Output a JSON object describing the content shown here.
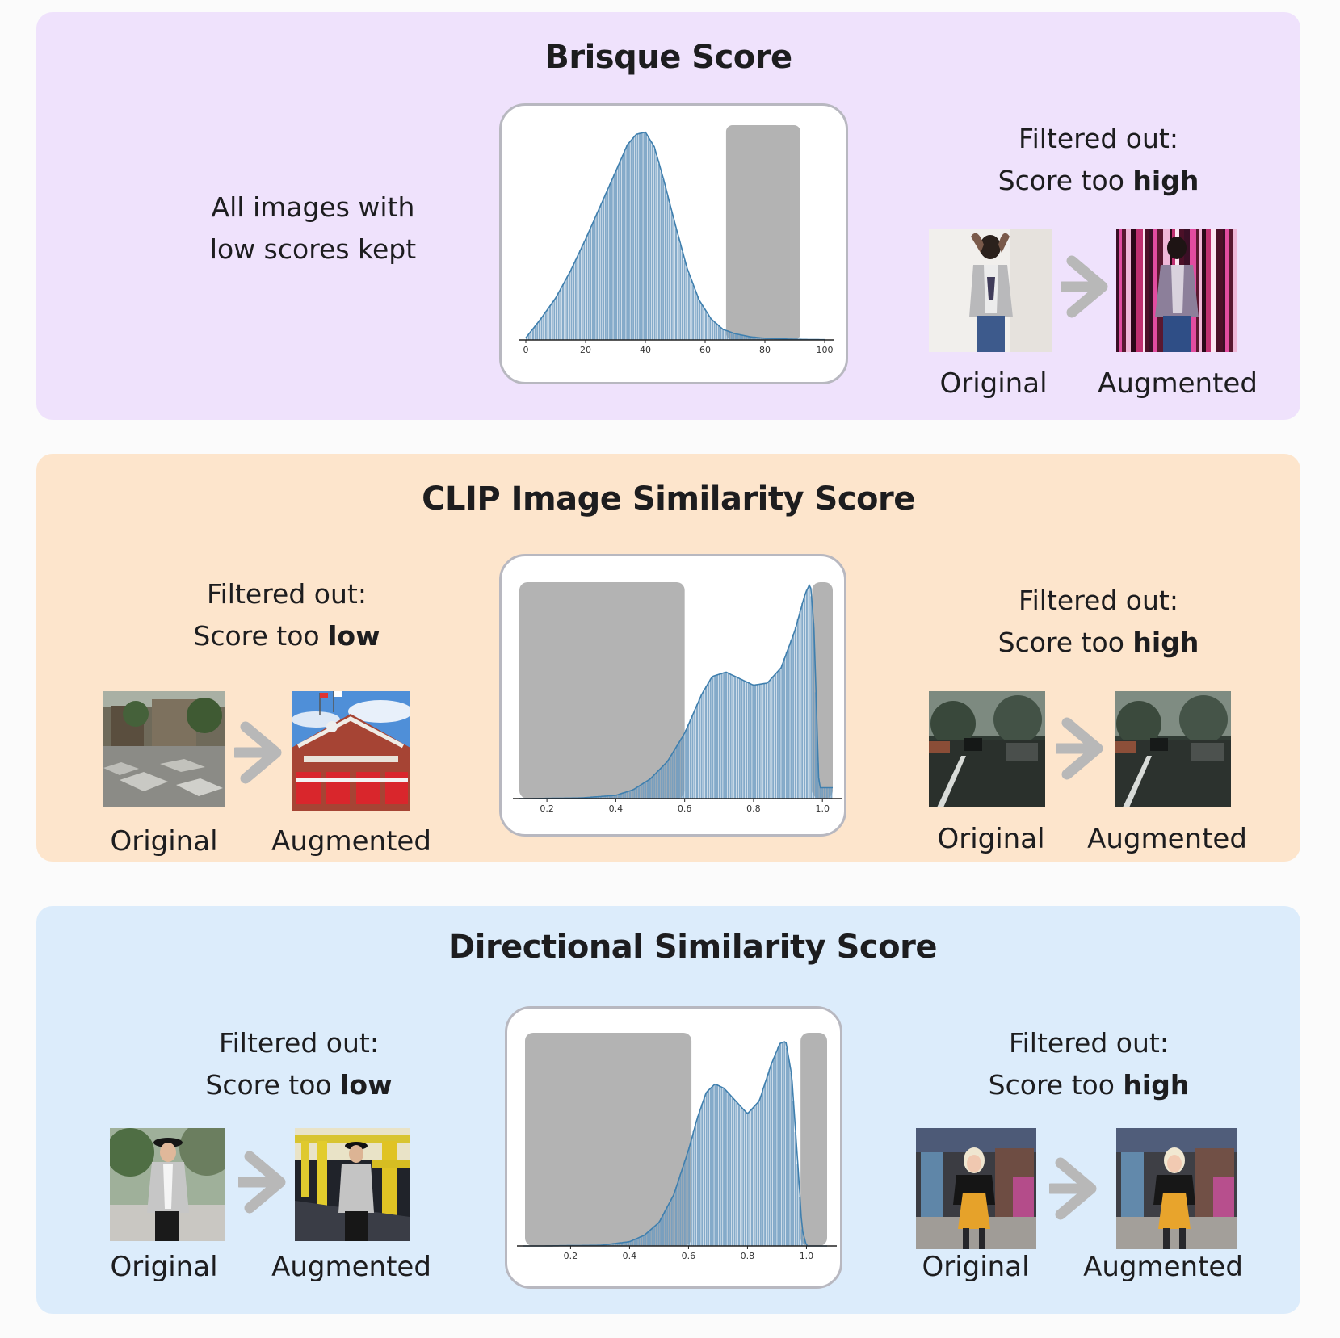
{
  "panels": [
    {
      "title": "Brisque Score",
      "left_note": [
        "All images with",
        "low scores kept"
      ],
      "right_note": {
        "line1": "Filtered out:",
        "prefix": "Score too ",
        "emph": "high"
      },
      "original_caption": "Original",
      "augmented_caption": "Augmented",
      "chart_data": {
        "type": "histogram",
        "xlim": [
          0,
          100
        ],
        "ticks": [
          "0",
          "20",
          "40",
          "60",
          "80",
          "100"
        ],
        "tick_values": [
          0,
          20,
          40,
          60,
          80,
          100
        ],
        "density_points": [
          [
            0,
            0.01
          ],
          [
            5,
            0.1
          ],
          [
            10,
            0.2
          ],
          [
            15,
            0.33
          ],
          [
            20,
            0.48
          ],
          [
            25,
            0.64
          ],
          [
            30,
            0.8
          ],
          [
            34,
            0.93
          ],
          [
            37,
            0.98
          ],
          [
            40,
            0.99
          ],
          [
            43,
            0.92
          ],
          [
            46,
            0.77
          ],
          [
            50,
            0.55
          ],
          [
            54,
            0.34
          ],
          [
            58,
            0.19
          ],
          [
            62,
            0.1
          ],
          [
            66,
            0.05
          ],
          [
            70,
            0.03
          ],
          [
            75,
            0.015
          ],
          [
            80,
            0.008
          ],
          [
            90,
            0.003
          ],
          [
            100,
            0.001
          ]
        ],
        "filtered_ranges": [
          [
            67,
            100
          ]
        ]
      }
    },
    {
      "title": "CLIP Image Similarity Score",
      "left_note": {
        "line1": "Filtered out:",
        "prefix": "Score too ",
        "emph": "low"
      },
      "right_note": {
        "line1": "Filtered out:",
        "prefix": "Score too ",
        "emph": "high"
      },
      "left_original_caption": "Original",
      "left_augmented_caption": "Augmented",
      "right_original_caption": "Original",
      "right_augmented_caption": "Augmented",
      "chart_data": {
        "type": "histogram",
        "xlim": [
          0.12,
          1.03
        ],
        "ticks": [
          "0.2",
          "0.4",
          "0.6",
          "0.8",
          "1.0"
        ],
        "tick_values": [
          0.2,
          0.4,
          0.6,
          0.8,
          1.0
        ],
        "density_points": [
          [
            0.15,
            0
          ],
          [
            0.3,
            0.003
          ],
          [
            0.4,
            0.015
          ],
          [
            0.45,
            0.04
          ],
          [
            0.5,
            0.09
          ],
          [
            0.55,
            0.17
          ],
          [
            0.6,
            0.3
          ],
          [
            0.65,
            0.48
          ],
          [
            0.68,
            0.56
          ],
          [
            0.72,
            0.58
          ],
          [
            0.76,
            0.55
          ],
          [
            0.8,
            0.52
          ],
          [
            0.84,
            0.53
          ],
          [
            0.88,
            0.6
          ],
          [
            0.92,
            0.77
          ],
          [
            0.95,
            0.94
          ],
          [
            0.965,
            0.99
          ],
          [
            0.975,
            0.8
          ],
          [
            0.985,
            0.3
          ],
          [
            0.99,
            0.05
          ]
        ],
        "filtered_ranges": [
          [
            0.12,
            0.6
          ],
          [
            0.97,
            1.03
          ]
        ]
      }
    },
    {
      "title": "Directional Similarity Score",
      "left_note": {
        "line1": "Filtered out:",
        "prefix": "Score too ",
        "emph": "low"
      },
      "right_note": {
        "line1": "Filtered out:",
        "prefix": "Score too ",
        "emph": "high"
      },
      "left_original_caption": "Original",
      "left_augmented_caption": "Augmented",
      "right_original_caption": "Original",
      "right_augmented_caption": "Augmented",
      "chart_data": {
        "type": "histogram",
        "xlim": [
          0.04,
          1.07
        ],
        "ticks": [
          "0.2",
          "0.4",
          "0.6",
          "0.8",
          "1.0"
        ],
        "tick_values": [
          0.2,
          0.4,
          0.6,
          0.8,
          1.0
        ],
        "density_points": [
          [
            0.1,
            0
          ],
          [
            0.3,
            0.003
          ],
          [
            0.4,
            0.02
          ],
          [
            0.45,
            0.05
          ],
          [
            0.5,
            0.11
          ],
          [
            0.55,
            0.24
          ],
          [
            0.6,
            0.45
          ],
          [
            0.63,
            0.6
          ],
          [
            0.66,
            0.72
          ],
          [
            0.69,
            0.76
          ],
          [
            0.72,
            0.74
          ],
          [
            0.76,
            0.68
          ],
          [
            0.8,
            0.62
          ],
          [
            0.84,
            0.68
          ],
          [
            0.88,
            0.85
          ],
          [
            0.91,
            0.95
          ],
          [
            0.93,
            0.96
          ],
          [
            0.95,
            0.8
          ],
          [
            0.97,
            0.4
          ],
          [
            0.985,
            0.08
          ],
          [
            1.0,
            0
          ]
        ],
        "filtered_ranges": [
          [
            0.04,
            0.61
          ],
          [
            0.98,
            1.07
          ]
        ]
      }
    }
  ],
  "colors": {
    "panel1_bg": "#efe2fc",
    "panel2_bg": "#fde5cc",
    "panel3_bg": "#dcecfb",
    "hist_fill": "#6e9bbf",
    "hist_line": "#3f7fae",
    "filter_block": "#b3b3b3",
    "arrow": "#b8b8b8"
  }
}
